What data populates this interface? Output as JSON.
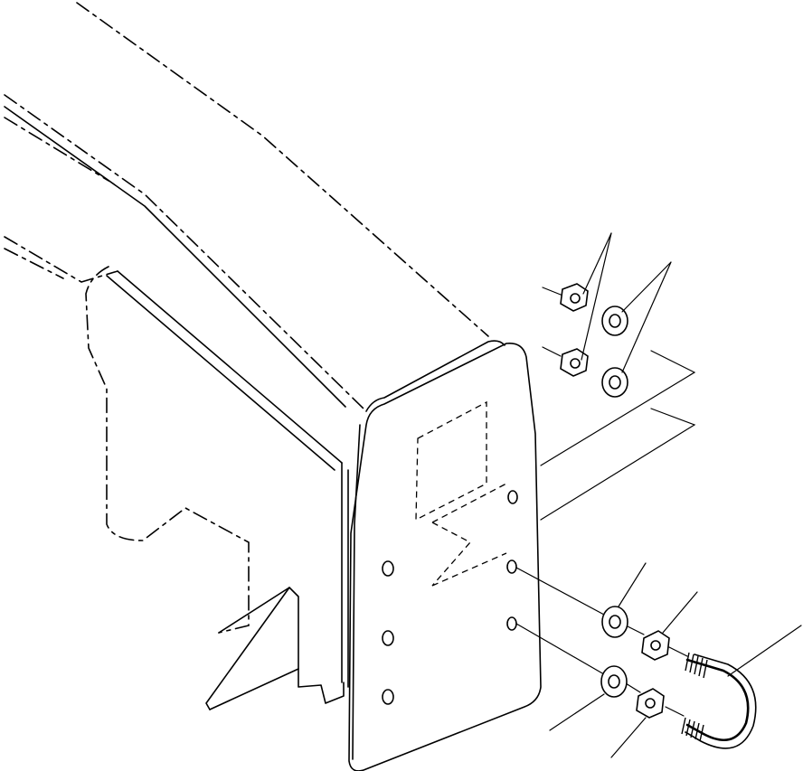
{
  "diagram": {
    "kind": "exploded-parts-illustration",
    "line_color": "#000000",
    "background": "#ffffff",
    "parts": [
      {
        "name": "frame-beam",
        "icon": "beam-outline"
      },
      {
        "name": "mounting-bracket-plate",
        "icon": "plate-outline"
      },
      {
        "name": "u-bolt",
        "icon": "u-bolt"
      },
      {
        "name": "washer",
        "icon": "washer",
        "count": 4
      },
      {
        "name": "hex-nut",
        "icon": "hex-nut",
        "count": 4
      }
    ],
    "labels": []
  }
}
